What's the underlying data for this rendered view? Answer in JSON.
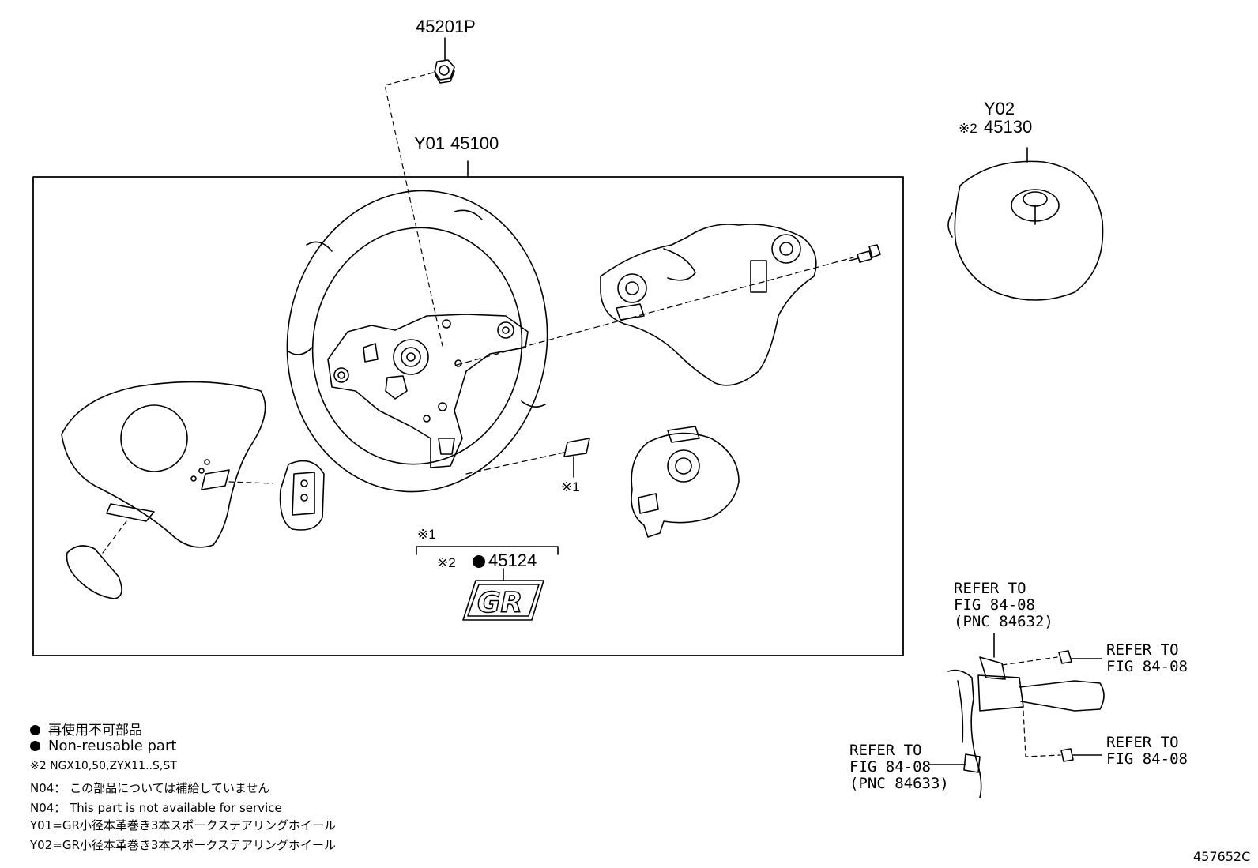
{
  "parts": {
    "nut": "45201P",
    "wheel_code": "Y01",
    "wheel": "45100",
    "airbag_code": "Y02",
    "airbag_mark": "※2",
    "airbag": "45130",
    "emblem_mark": "※2",
    "emblem": "45124",
    "note1_top": "※1",
    "note1_side": "※1"
  },
  "refs": {
    "ref_a_1": "REFER TO",
    "ref_a_2": "FIG 84-08",
    "ref_a_3": "(PNC 84632)",
    "ref_b_1": "REFER TO",
    "ref_b_2": "FIG 84-08",
    "ref_c_1": "REFER TO",
    "ref_c_2": "FIG 84-08",
    "ref_d_1": "REFER TO",
    "ref_d_2": "FIG 84-08",
    "ref_d_3": "(PNC 84633)"
  },
  "legend": {
    "nonreusable_ja": "再使用不可部品",
    "nonreusable_en": "Non-reusable part",
    "note2": "※2 NGX10,50,ZYX11..S,ST",
    "n04_ja": "N04： この部品については補給していません",
    "n04_en": "N04： This part is not available for service",
    "y01": "Y01=GR小径本革巻き3本スポークステアリングホイール",
    "y02": "Y02=GR小径本革巻き3本スポークステアリングホイール"
  },
  "emblem_text": "GR",
  "figure_id": "457652C"
}
